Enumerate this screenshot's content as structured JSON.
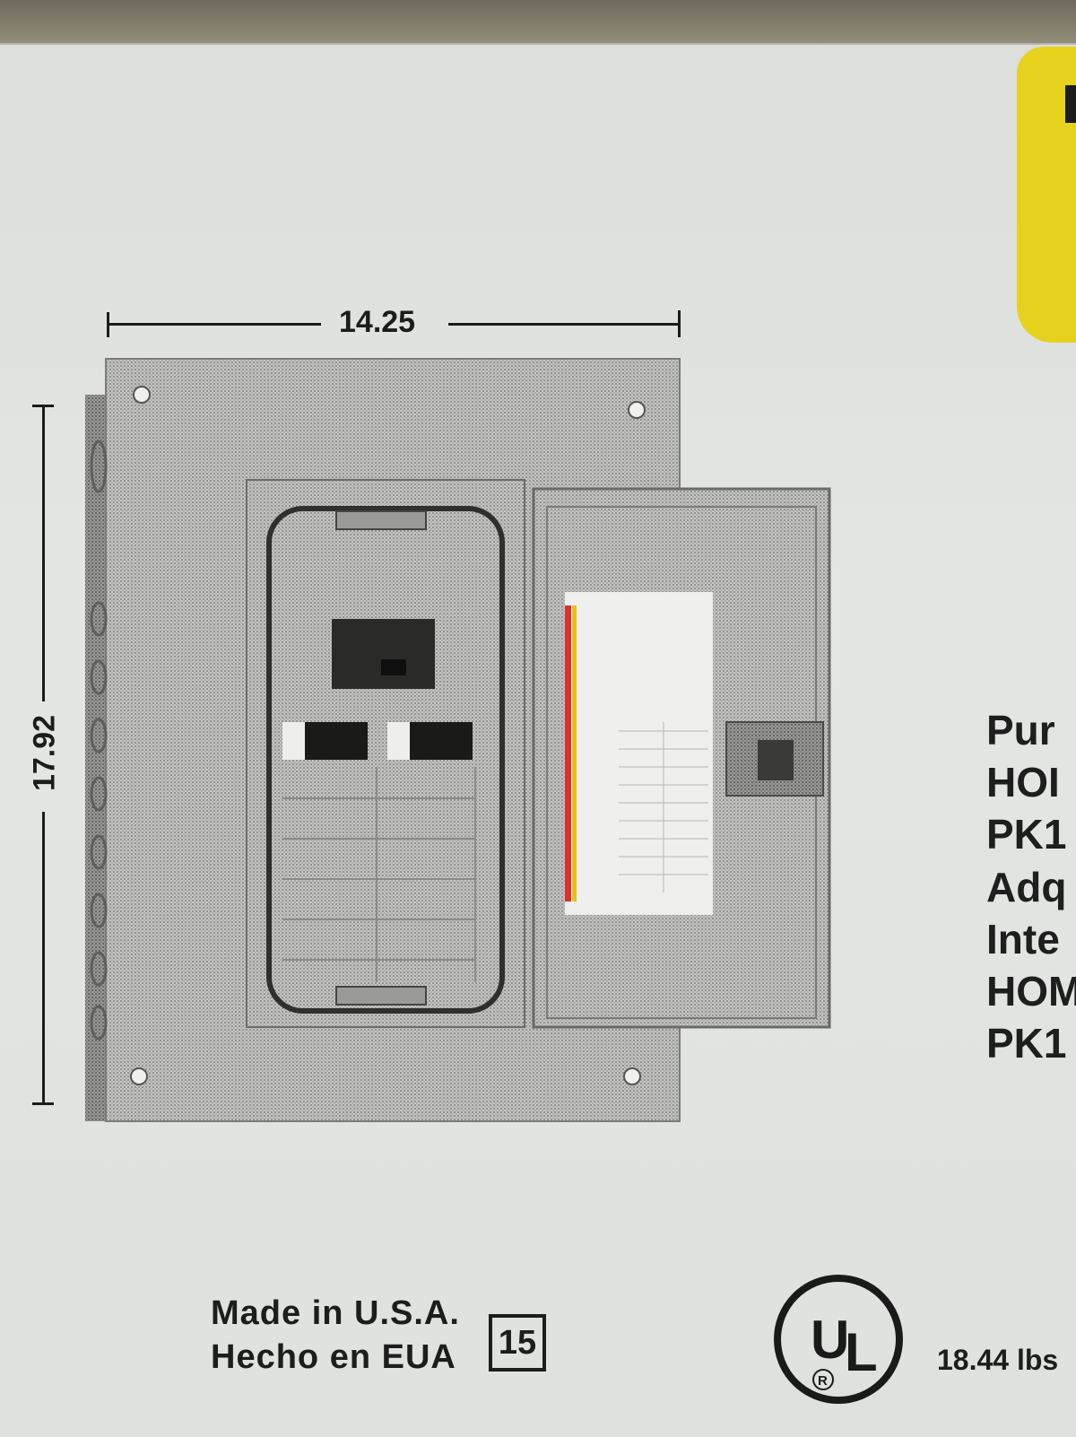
{
  "dimensions": {
    "width_label": "14.25",
    "height_label": "17.92"
  },
  "side_text_lines": [
    "Pur",
    "HOI",
    "PK1",
    "Adq",
    "Inte",
    "HOM",
    "PK1"
  ],
  "made_in": {
    "english": "Made in U.S.A.",
    "spanish": "Hecho en EUA",
    "code": "15"
  },
  "certification": {
    "logo_text": "UL",
    "registered_mark": "R"
  },
  "weight": "18.44 lbs",
  "colors": {
    "label_background": "#e1e3e1",
    "accent_yellow": "#e6d21c",
    "ink": "#1c1c1c",
    "panel_gray": "#b9bab7"
  }
}
